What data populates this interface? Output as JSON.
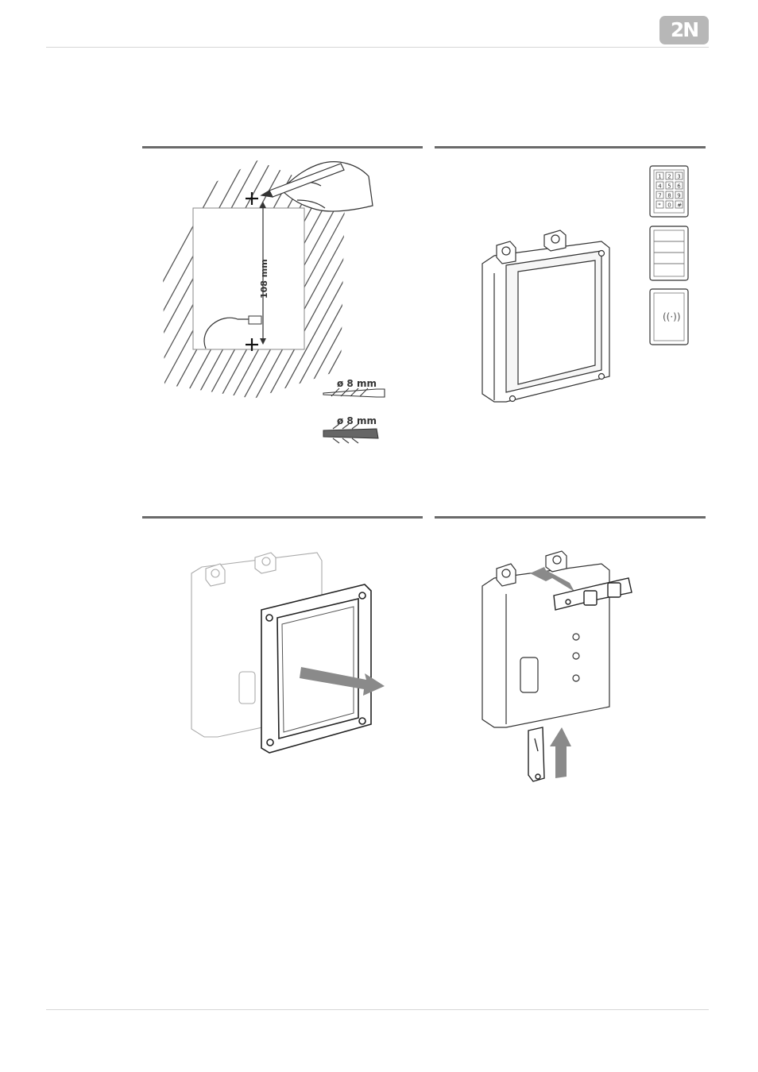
{
  "brand": {
    "logo_text": "2N",
    "logo_color": "#b7b7b7"
  },
  "step1": {
    "dimension_label": "108 mm",
    "drill_label": "ø 8 mm",
    "dowel_label": "ø 8 mm"
  },
  "step2": {
    "keypad_keys": [
      "1",
      "2",
      "3",
      "4",
      "5",
      "6",
      "7",
      "8",
      "9",
      "*",
      "0",
      "#"
    ]
  },
  "colors": {
    "line": "#333333",
    "hatch": "#555555",
    "arrow": "#8a8a8a",
    "panel_bar": "#6a6a6a"
  }
}
